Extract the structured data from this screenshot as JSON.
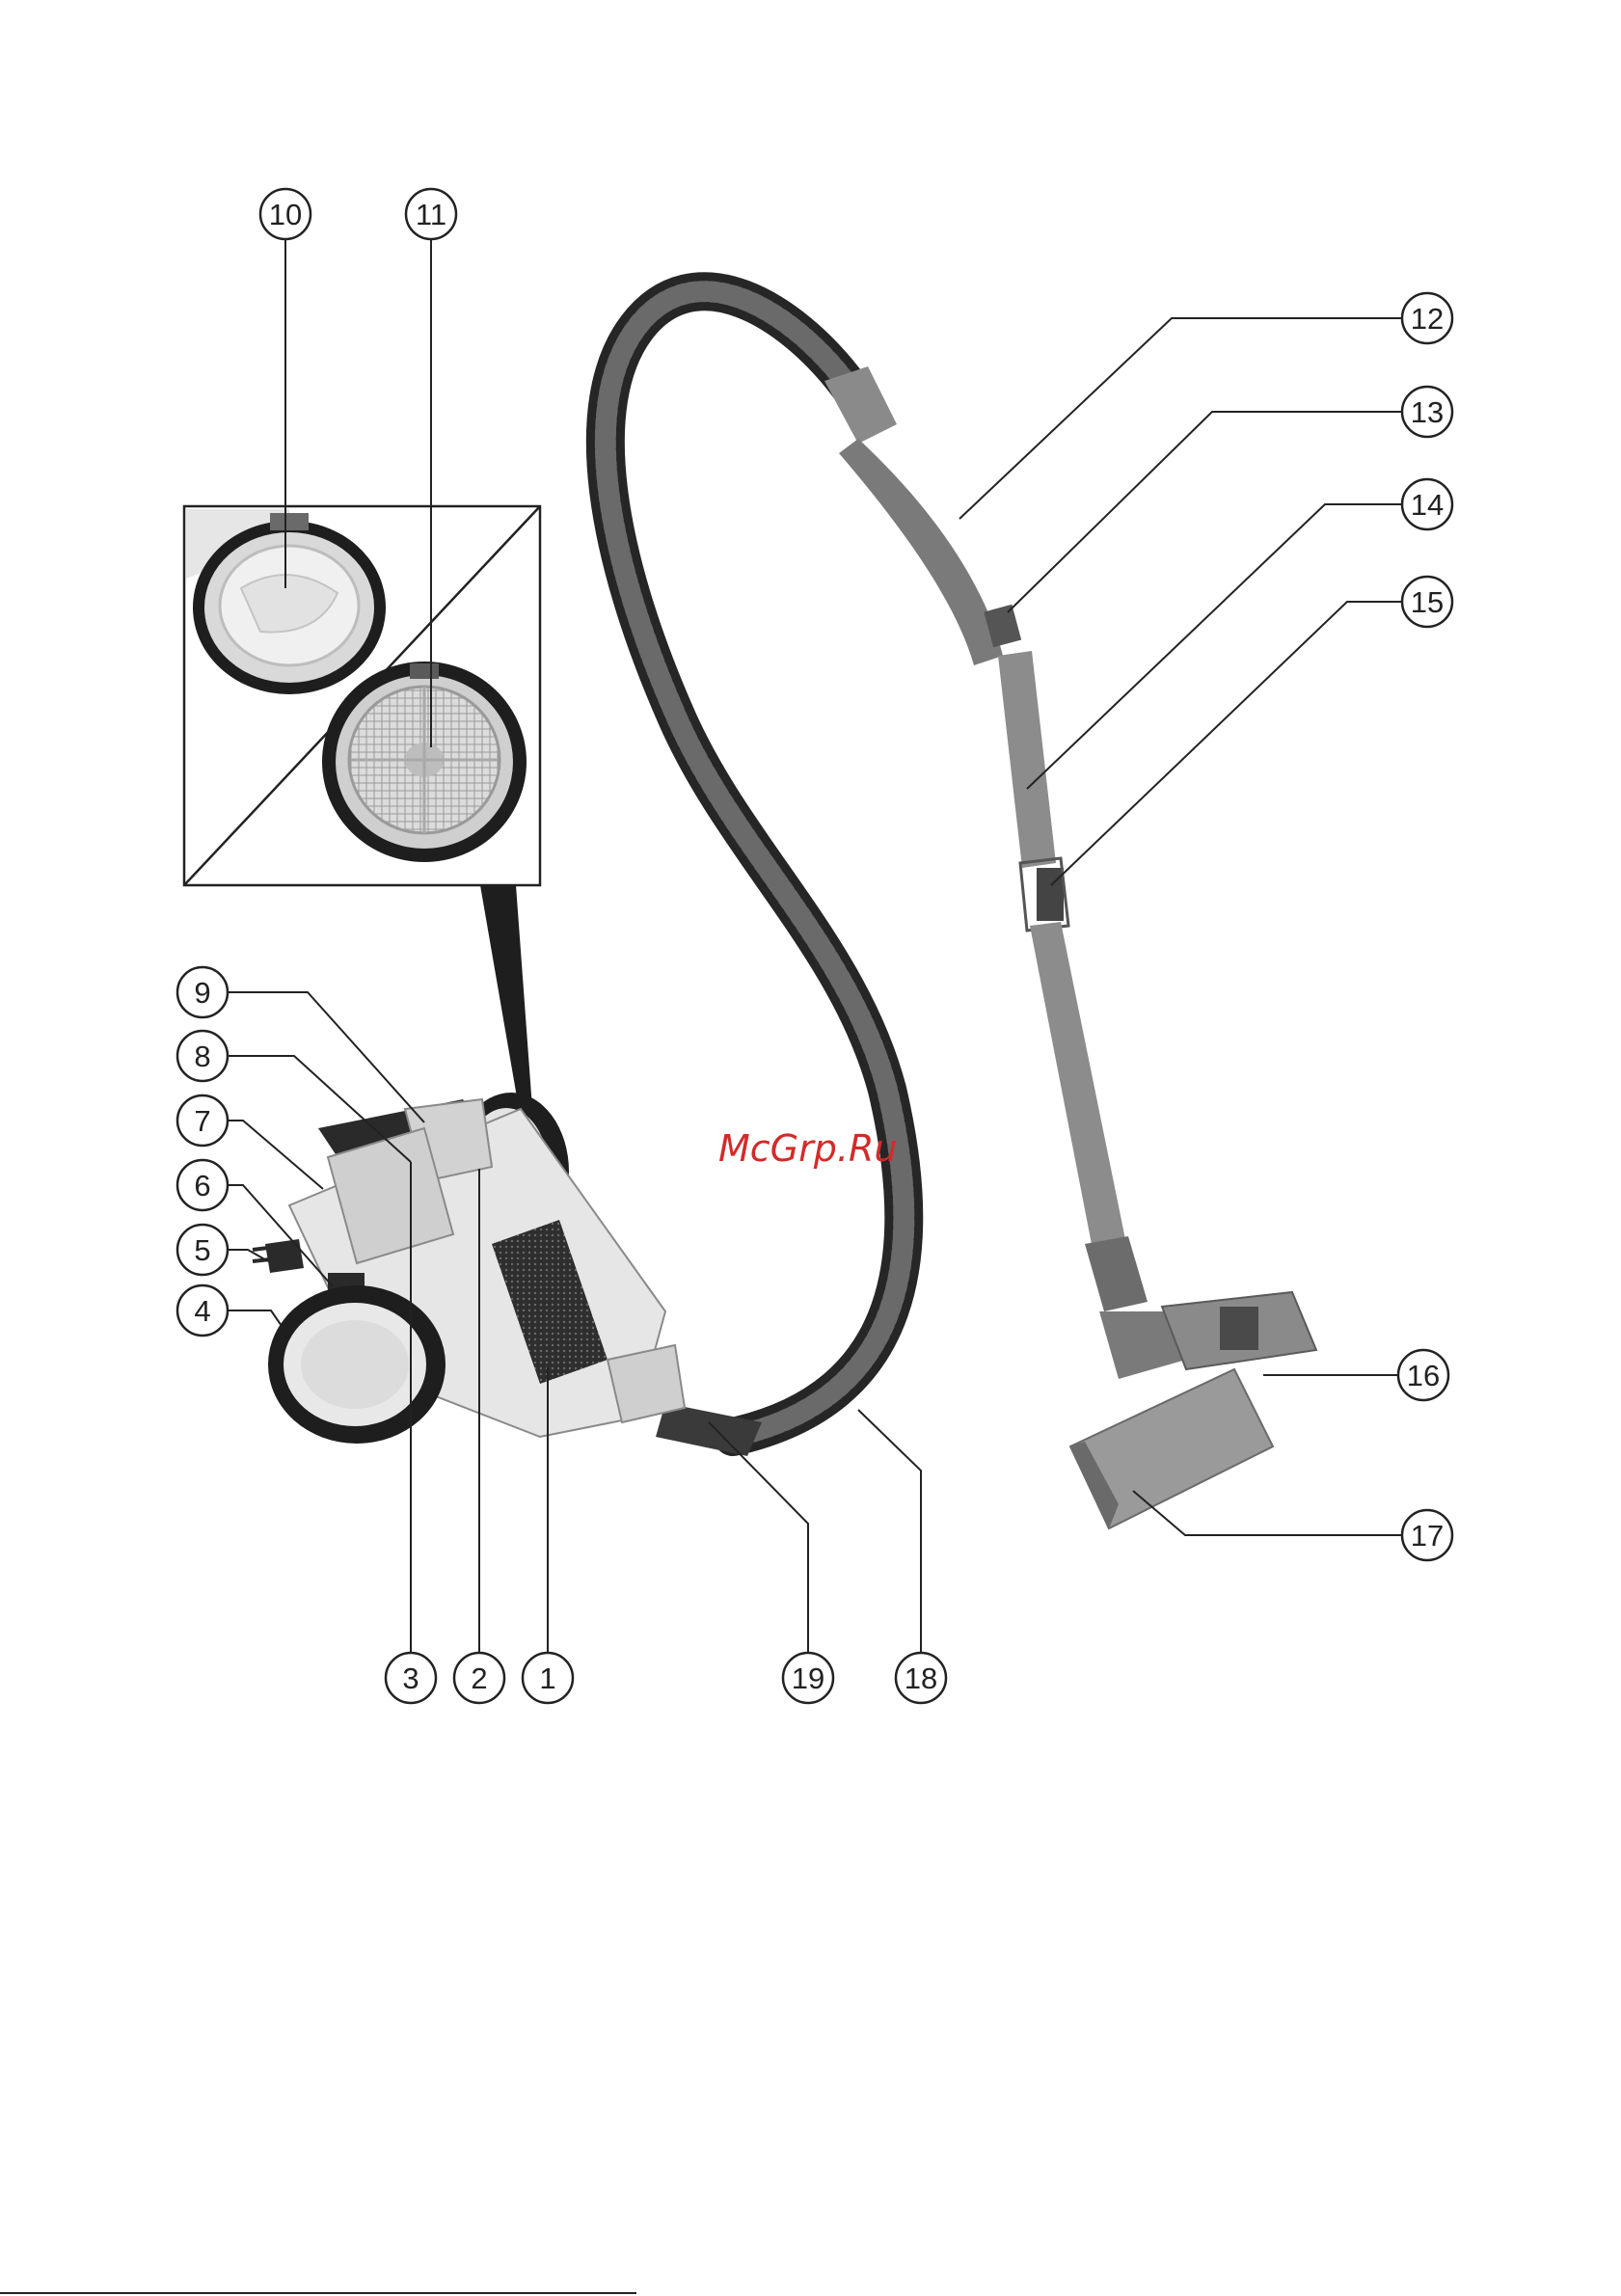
{
  "watermark": {
    "text": "McGrp.Ru",
    "color": "#d42a2a"
  },
  "colors": {
    "line": "#222222",
    "hose": "#3c3c3c",
    "wand": "#8a8a8a",
    "body_light": "#dcdcdc",
    "body_dark": "#4a4a4a"
  },
  "callouts": [
    {
      "id": "1",
      "label": "1"
    },
    {
      "id": "2",
      "label": "2"
    },
    {
      "id": "3",
      "label": "3"
    },
    {
      "id": "4",
      "label": "4"
    },
    {
      "id": "5",
      "label": "5"
    },
    {
      "id": "6",
      "label": "6"
    },
    {
      "id": "7",
      "label": "7"
    },
    {
      "id": "8",
      "label": "8"
    },
    {
      "id": "9",
      "label": "9"
    },
    {
      "id": "10",
      "label": "10"
    },
    {
      "id": "11",
      "label": "11"
    },
    {
      "id": "12",
      "label": "12"
    },
    {
      "id": "13",
      "label": "13"
    },
    {
      "id": "14",
      "label": "14"
    },
    {
      "id": "15",
      "label": "15"
    },
    {
      "id": "16",
      "label": "16"
    },
    {
      "id": "17",
      "label": "17"
    },
    {
      "id": "18",
      "label": "18"
    },
    {
      "id": "19",
      "label": "19"
    }
  ]
}
